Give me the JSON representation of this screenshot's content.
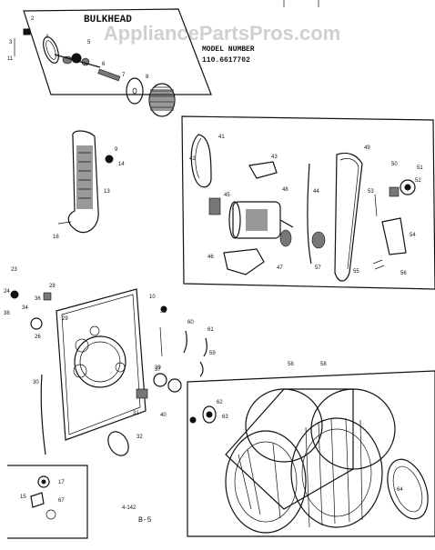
{
  "watermark": "AppliancePartsPros.com",
  "bulkhead_heading": "BULKHEAD",
  "model": {
    "label": "MODEL NUMBER",
    "number": "110.6617702"
  },
  "page_number": "B-5",
  "small_code": "4-142",
  "callouts": {
    "c2": "2",
    "c3": "3",
    "c4": "4",
    "c5": "5",
    "c6": "6",
    "c7": "7",
    "c8": "8",
    "c9": "9",
    "c10": "10",
    "c11": "11",
    "c13": "13",
    "c14": "14",
    "c15": "15",
    "c16": "16",
    "c17": "17",
    "c23": "23",
    "c24": "24",
    "c26": "26",
    "c28": "28",
    "c29": "29",
    "c30": "30",
    "c31": "31",
    "c32": "32",
    "c33": "33",
    "c34": "34",
    "c36": "36",
    "c37": "37",
    "c38": "38",
    "c39": "39",
    "c40": "40",
    "c41": "41",
    "c42": "42",
    "c43": "43",
    "c44": "44",
    "c45": "45",
    "c46": "46",
    "c47": "47",
    "c48": "48",
    "c49": "49",
    "c50": "50",
    "c51": "51",
    "c52": "52",
    "c53": "53",
    "c54": "54",
    "c55": "55",
    "c56": "56",
    "c57": "57",
    "c58": "58",
    "c59": "59",
    "c60": "60",
    "c61": "61",
    "c62": "62",
    "c63": "63",
    "c64": "64",
    "c67": "67"
  }
}
